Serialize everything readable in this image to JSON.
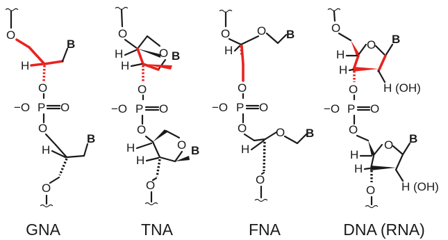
{
  "structures": [
    {
      "key": "gna",
      "caption": "GNA"
    },
    {
      "key": "tna",
      "caption": "TNA"
    },
    {
      "key": "fna",
      "caption": "FNA"
    },
    {
      "key": "dna",
      "caption": "DNA (RNA)"
    }
  ],
  "atoms": {
    "oxygen": "O",
    "hydrogen": "H",
    "phosphorus": "P",
    "base": "B",
    "phosphate_charge": "−O",
    "hydroxyl": "H (OH)"
  },
  "colors": {
    "highlight": "#e8231f",
    "bond": "#1a1a1a"
  }
}
